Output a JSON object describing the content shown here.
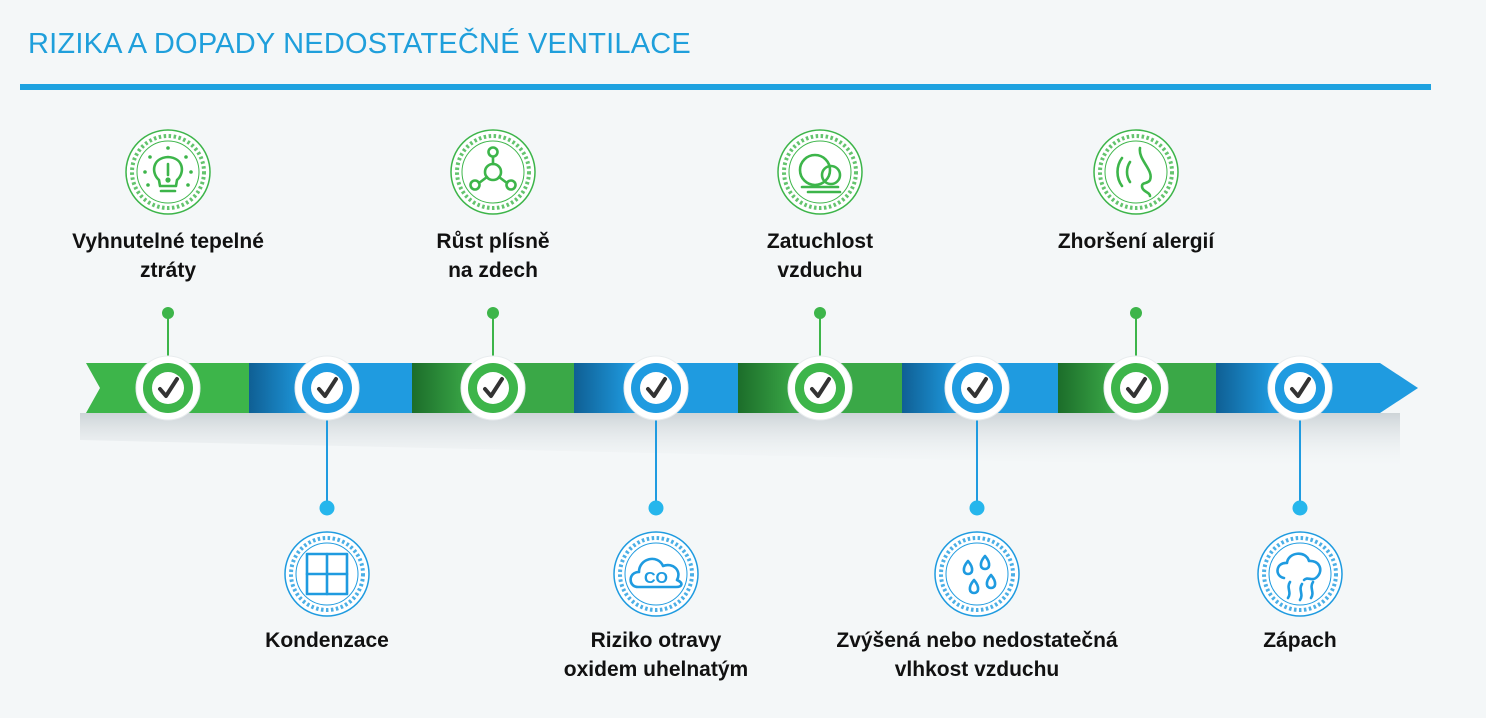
{
  "title": "RIZIKA A DOPADY NEDOSTATEČNÉ VENTILACE",
  "colors": {
    "accent_blue": "#1ea2e0",
    "green": "#3db54a",
    "green_dark": "#2e9e3f",
    "blue": "#1f9be0",
    "blue_dark": "#147cc0",
    "text": "#111111"
  },
  "items": [
    {
      "id": "tepelne-ztraty",
      "lines": [
        "Vyhnutelné tepelné",
        "ztráty"
      ],
      "icon": "light-bulb-icon",
      "position": "top",
      "color": "green",
      "check": "check-icon"
    },
    {
      "id": "kondenzace",
      "lines": [
        "Kondenzace"
      ],
      "icon": "window-icon",
      "position": "bottom",
      "color": "blue",
      "check": "check-icon"
    },
    {
      "id": "plisne",
      "lines": [
        "Růst plísně",
        "na zdech"
      ],
      "icon": "mold-icon",
      "position": "top",
      "color": "green",
      "check": "check-icon"
    },
    {
      "id": "oxid-uhelnaty",
      "lines": [
        "Riziko otravy",
        "oxidem uhelnatým"
      ],
      "icon": "co-cloud-icon",
      "position": "bottom",
      "color": "blue",
      "check": "check-icon",
      "icon_text": "CO"
    },
    {
      "id": "zatuchlost",
      "lines": [
        "Zatuchlost",
        "vzduchu"
      ],
      "icon": "stale-air-icon",
      "position": "top",
      "color": "green",
      "check": "check-icon"
    },
    {
      "id": "vlhkost",
      "lines": [
        "Zvýšená nebo nedostatečná",
        "vlhkost vzduchu"
      ],
      "icon": "water-drops-icon",
      "position": "bottom",
      "color": "blue",
      "check": "check-icon"
    },
    {
      "id": "alergie",
      "lines": [
        "Zhoršení alergií"
      ],
      "icon": "nose-icon",
      "position": "top",
      "color": "green",
      "check": "check-icon"
    },
    {
      "id": "zapach",
      "lines": [
        "Zápach"
      ],
      "icon": "smell-cloud-icon",
      "position": "bottom",
      "color": "blue",
      "check": "check-icon"
    }
  ]
}
